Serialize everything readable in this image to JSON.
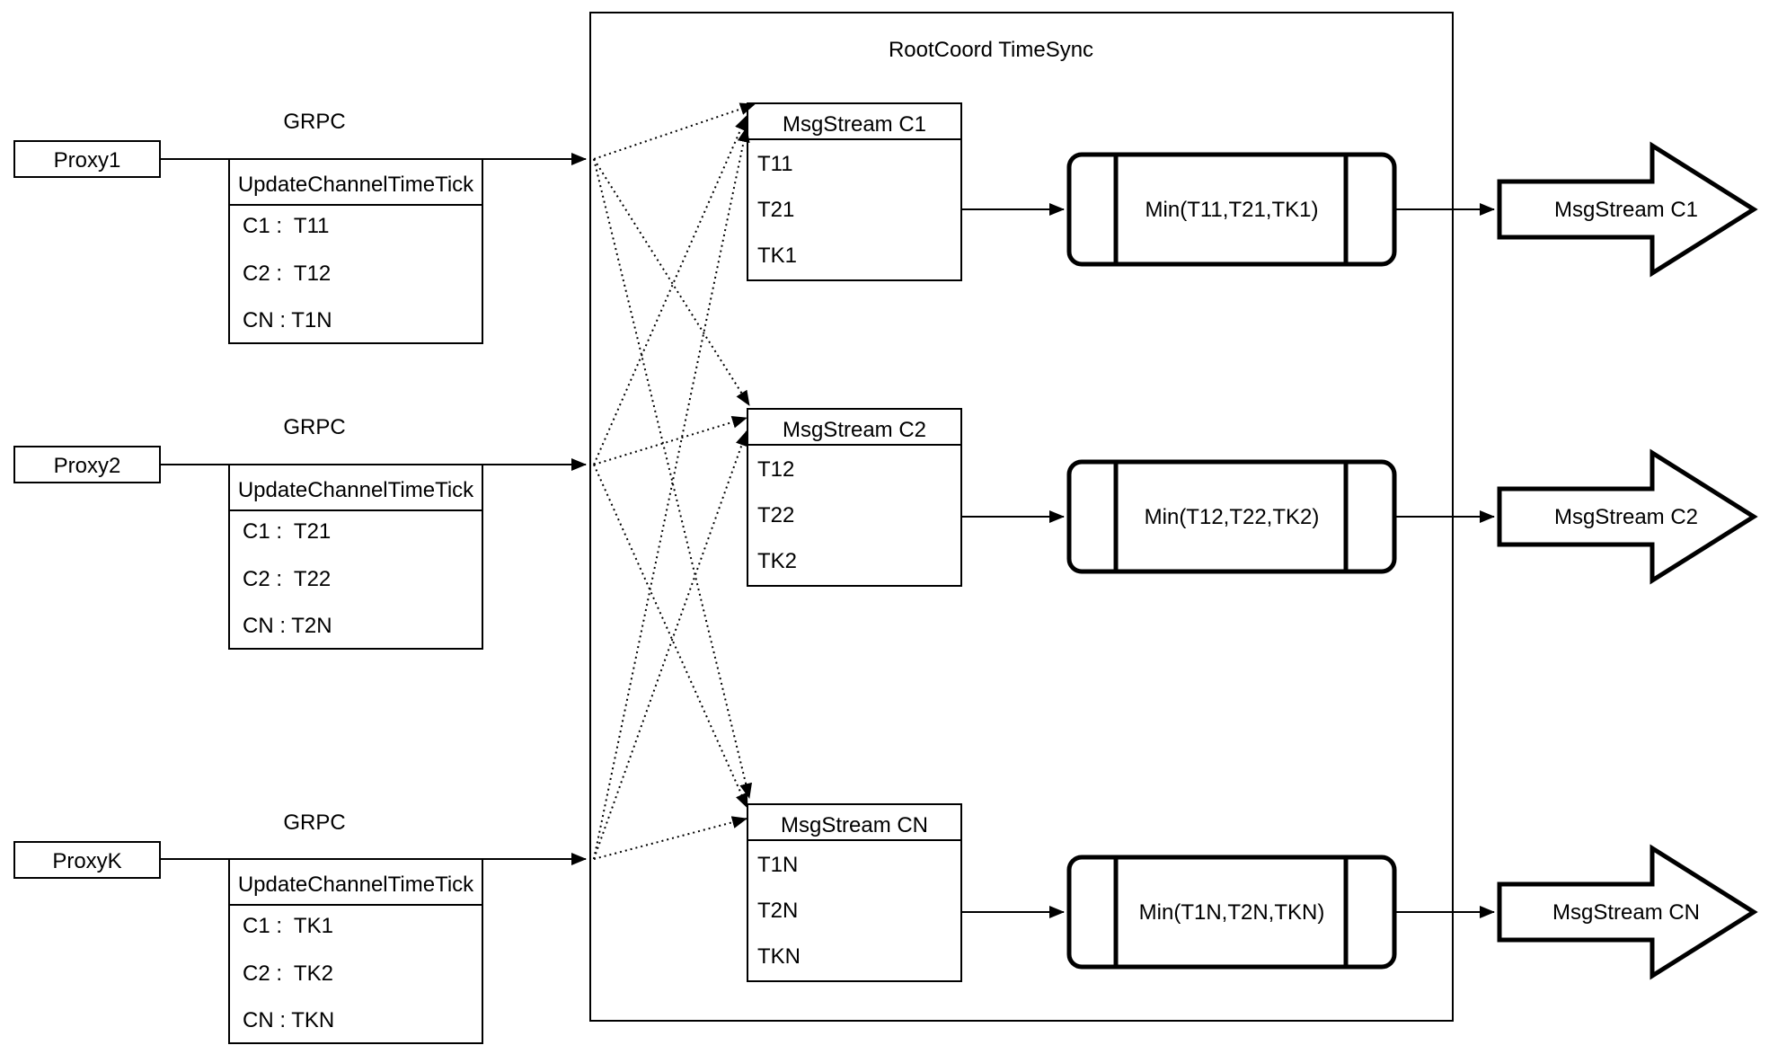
{
  "title": "RootCoord TimeSync",
  "colors": {
    "stroke": "#000000",
    "background": "#ffffff"
  },
  "rows": [
    {
      "proxy_label": "Proxy1",
      "grpc_label": "GRPC",
      "update_table": {
        "header": "UpdateChannelTimeTick",
        "cells": [
          "C1 :  T11",
          "C2 :  T12",
          "CN : T1N"
        ]
      },
      "msgstream_table": {
        "header": "MsgStream C1",
        "cells": [
          "T11",
          "T21",
          "TK1"
        ]
      },
      "min_label": "Min(T11,T21,TK1)",
      "output_label": "MsgStream C1"
    },
    {
      "proxy_label": "Proxy2",
      "grpc_label": "GRPC",
      "update_table": {
        "header": "UpdateChannelTimeTick",
        "cells": [
          "C1 :  T21",
          "C2 :  T22",
          "CN : T2N"
        ]
      },
      "msgstream_table": {
        "header": "MsgStream C2",
        "cells": [
          "T12",
          "T22",
          "TK2"
        ]
      },
      "min_label": "Min(T12,T22,TK2)",
      "output_label": "MsgStream C2"
    },
    {
      "proxy_label": "ProxyK",
      "grpc_label": "GRPC",
      "update_table": {
        "header": "UpdateChannelTimeTick",
        "cells": [
          "C1 :  TK1",
          "C2 :  TK2",
          "CN : TKN"
        ]
      },
      "msgstream_table": {
        "header": "MsgStream CN",
        "cells": [
          "T1N",
          "T2N",
          "TKN"
        ]
      },
      "min_label": "Min(T1N,T2N,TKN)",
      "output_label": "MsgStream CN"
    }
  ]
}
